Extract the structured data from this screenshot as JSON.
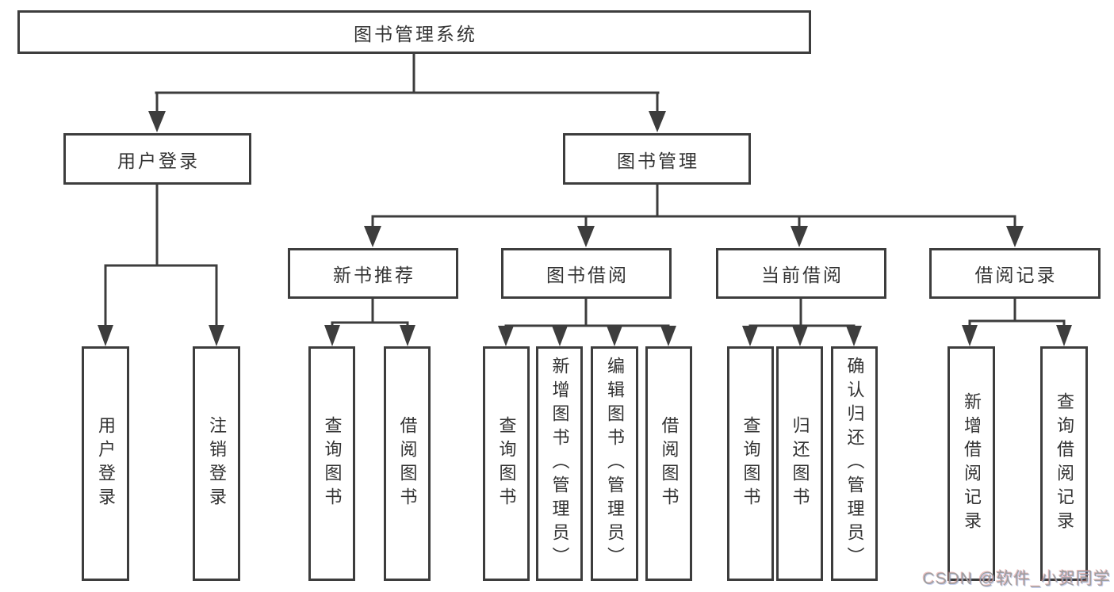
{
  "diagram": {
    "root": {
      "label": "图书管理系统"
    },
    "branches": [
      {
        "label": "用户登录",
        "children": [
          {
            "label": "用户登录"
          },
          {
            "label": "注销登录"
          }
        ]
      },
      {
        "label": "图书管理",
        "groups": [
          {
            "label": "新书推荐",
            "children": [
              {
                "label": "查询图书"
              },
              {
                "label": "借阅图书"
              }
            ]
          },
          {
            "label": "图书借阅",
            "children": [
              {
                "label": "查询图书"
              },
              {
                "label": "新增图书（管理员）"
              },
              {
                "label": "编辑图书（管理员）"
              },
              {
                "label": "借阅图书"
              }
            ]
          },
          {
            "label": "当前借阅",
            "children": [
              {
                "label": "查询图书"
              },
              {
                "label": "归还图书"
              },
              {
                "label": "确认归还（管理员）"
              }
            ]
          },
          {
            "label": "借阅记录",
            "children": [
              {
                "label": "新增借阅记录"
              },
              {
                "label": "查询借阅记录"
              }
            ]
          }
        ]
      }
    ]
  },
  "watermark": "CSDN @软件_小贺同学",
  "colors": {
    "line": "#3d3d3d",
    "text": "#333333",
    "watermark": "#9e9e9e",
    "background": "#ffffff"
  }
}
